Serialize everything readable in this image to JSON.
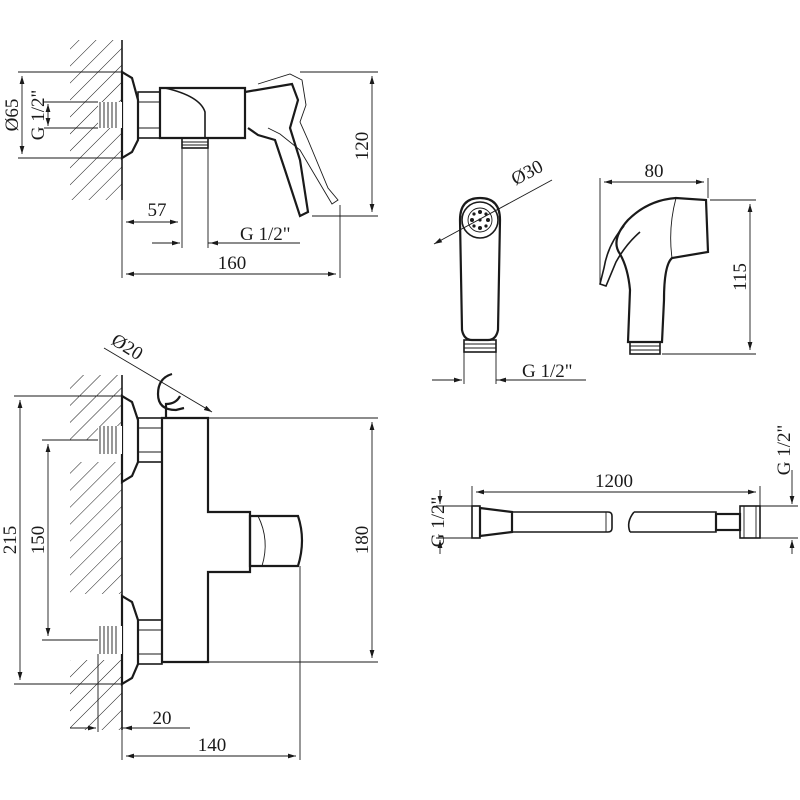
{
  "colors": {
    "line": "#1a1a1a",
    "background": "#ffffff"
  },
  "top_mixer": {
    "dia_65": "Ø65",
    "thread_g": "G 1/2\"",
    "height_120": "120",
    "dim_57": "57",
    "outlet_thread": "G 1/2\"",
    "length_160": "160"
  },
  "bottom_mixer": {
    "holder_dia_20": "Ø20",
    "height_215": "215",
    "spacing_150": "150",
    "height_180": "180",
    "dim_20": "20",
    "length_140": "140"
  },
  "sprayer_front": {
    "dia_30": "Ø30",
    "thread_g": "G 1/2\""
  },
  "sprayer_side": {
    "width_80": "80",
    "height_115": "115"
  },
  "hose": {
    "length_1200": "1200",
    "left_thread": "G 1/2\"",
    "right_thread": "G 1/2\""
  }
}
